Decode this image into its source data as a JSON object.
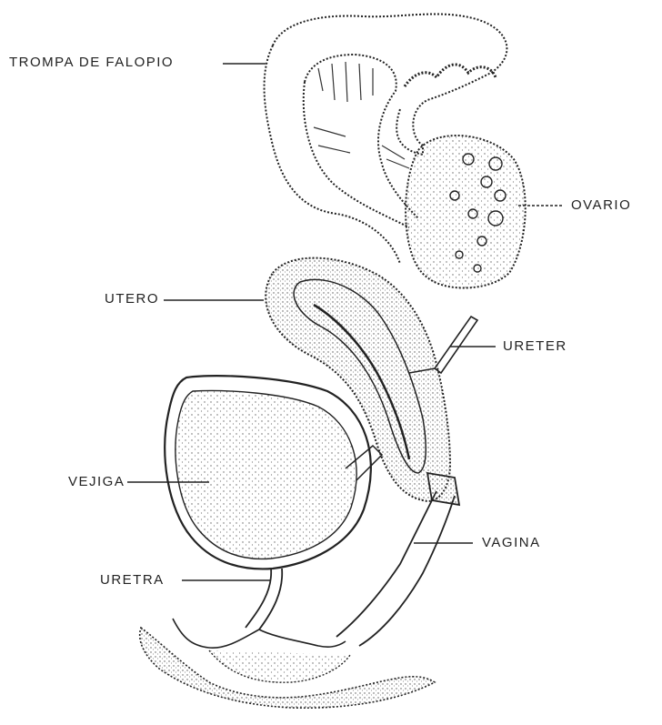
{
  "labels": {
    "trompa": "TROMPA DE FALOPIO",
    "ovario": "OVARIO",
    "utero": "UTERO",
    "ureter": "URETER",
    "vejiga": "VEJIGA",
    "vagina": "VAGINA",
    "uretra": "URETRA"
  },
  "colors": {
    "ink": "#222222",
    "paper": "#ffffff",
    "stipple": "#555555"
  }
}
